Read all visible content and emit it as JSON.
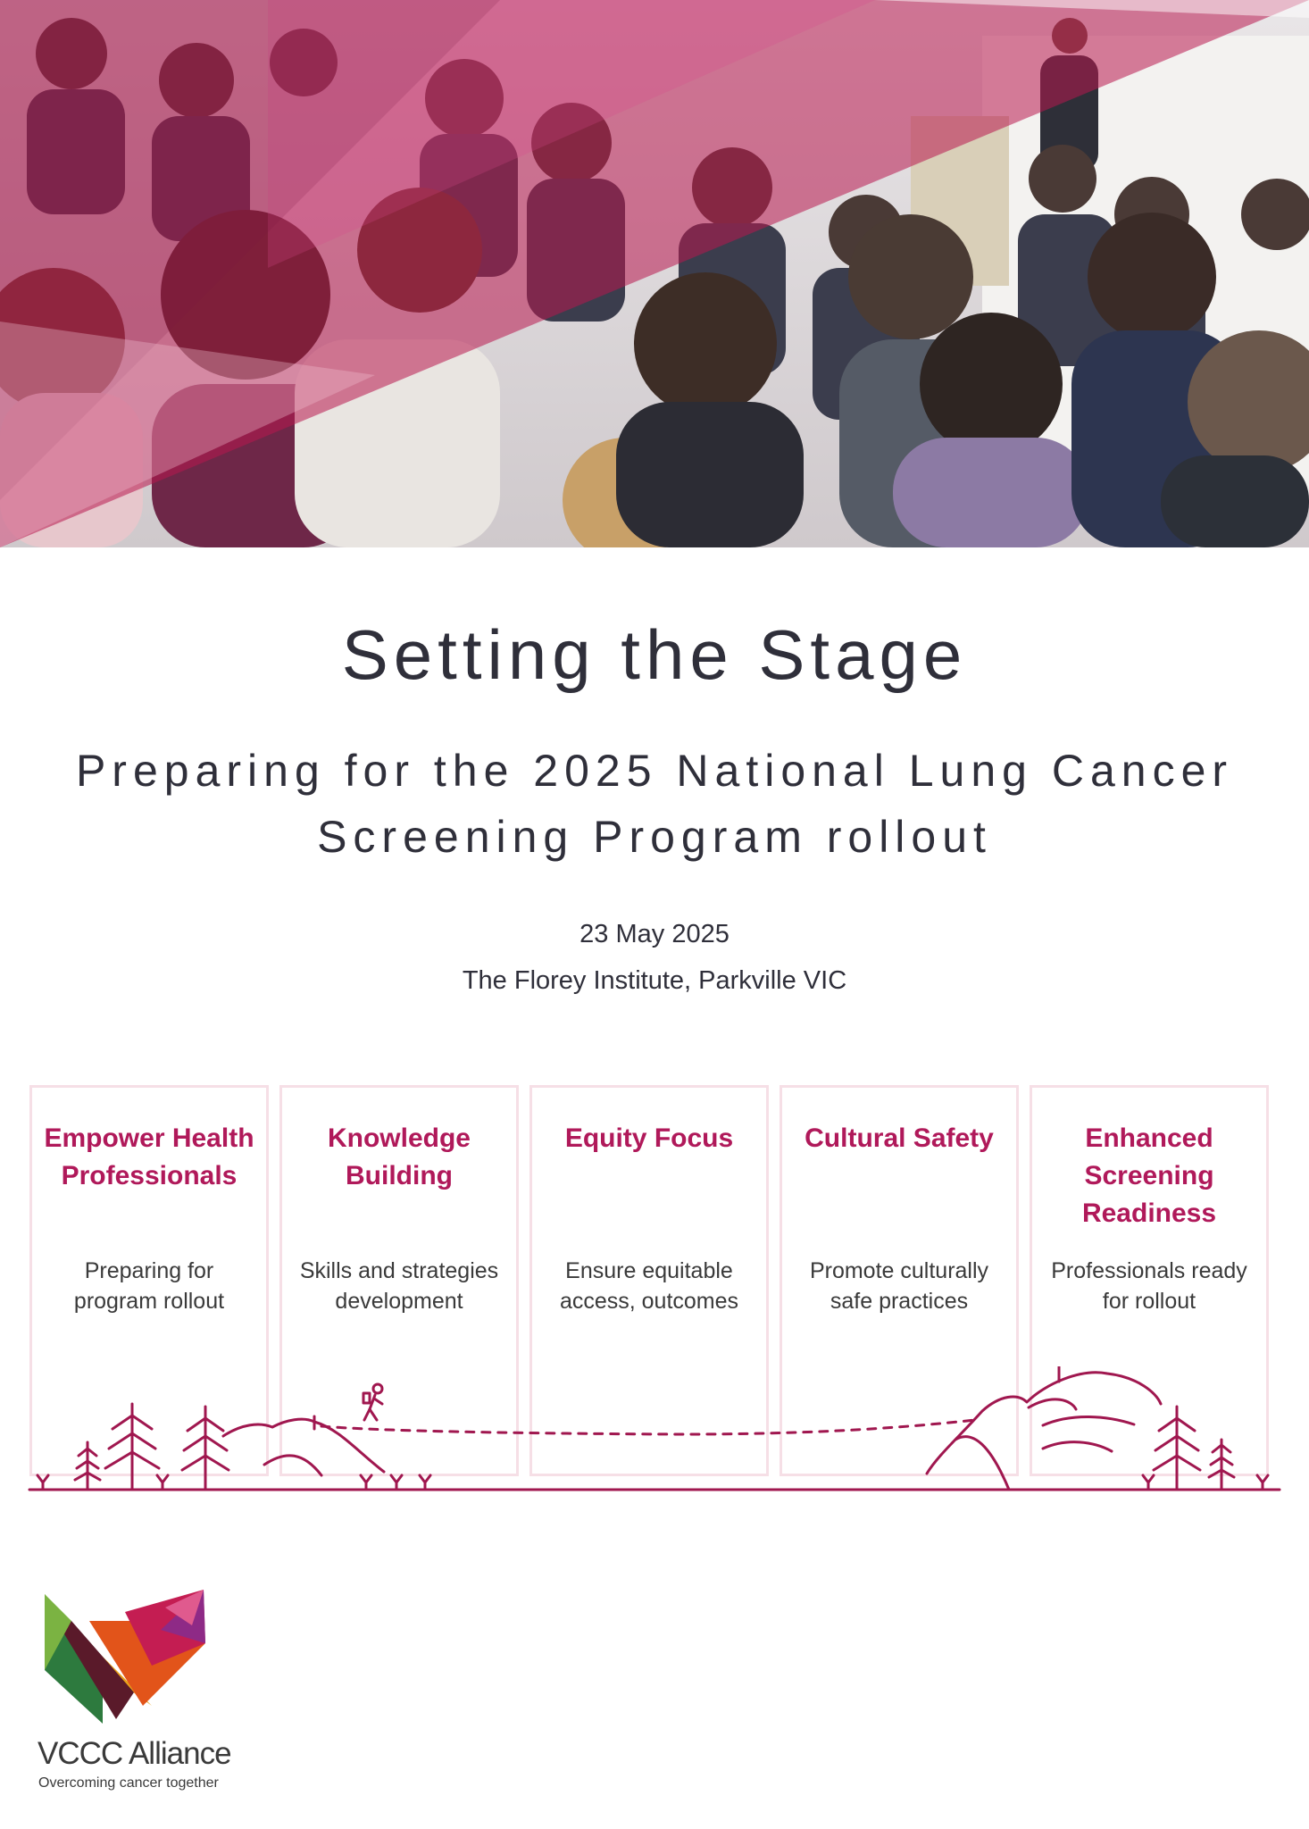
{
  "header": {
    "title": "Setting the Stage",
    "subtitle": "Preparing for the 2025 National Lung Cancer Screening Program rollout",
    "date": "23 May 2025",
    "venue": "The Florey Institute, Parkville VIC"
  },
  "hero": {
    "image": "audience-at-presentation-photo",
    "overlay_color": "#c2185b"
  },
  "themes": [
    {
      "title": "Empower Health Professionals",
      "description": "Preparing for program rollout"
    },
    {
      "title": "Knowledge Building",
      "description": "Skills and strategies development"
    },
    {
      "title": "Equity Focus",
      "description": "Ensure equitable access, outcomes"
    },
    {
      "title": "Cultural Safety",
      "description": "Promote culturally safe practices"
    },
    {
      "title": "Enhanced Screening Readiness",
      "description": "Professionals ready for rollout"
    }
  ],
  "illustration": {
    "name": "hiker-journey-to-summit-flag",
    "color": "#a0174f"
  },
  "brand": {
    "name": "VCCC Alliance",
    "tagline": "Overcoming cancer together",
    "accent": "#b0195a"
  }
}
